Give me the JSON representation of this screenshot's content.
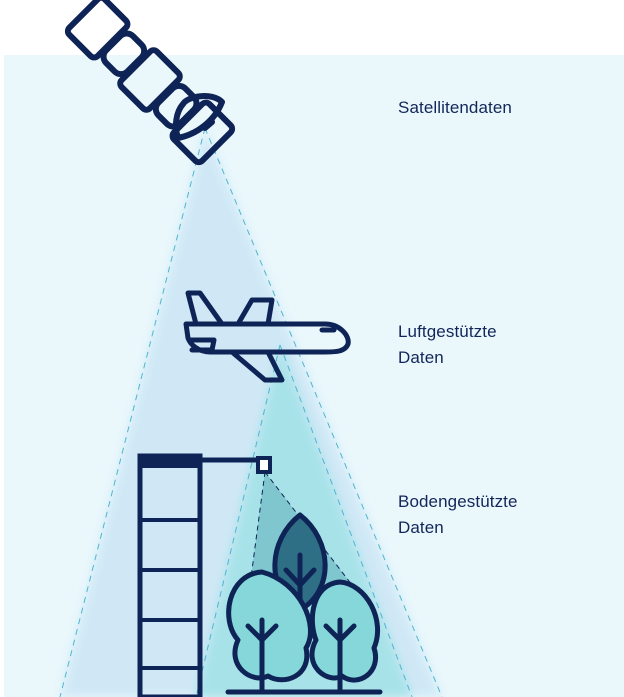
{
  "labels": {
    "satellite": "Satellitendaten",
    "airborne_line1": "Luftgestützte",
    "airborne_line2": "Daten",
    "ground_line1": "Bodengestützte",
    "ground_line2": "Daten"
  },
  "colors": {
    "background": "#eaf8fc",
    "satellite_cone": "#cfe8f6",
    "airborne_cone": "#9fe0e6",
    "ground_cone": "#6fb9c4",
    "icon_stroke": "#0f2456",
    "tree_fill": "#86d7da"
  },
  "icons": [
    "satellite-icon",
    "airplane-icon",
    "measurement-tower-icon",
    "trees-icon"
  ]
}
